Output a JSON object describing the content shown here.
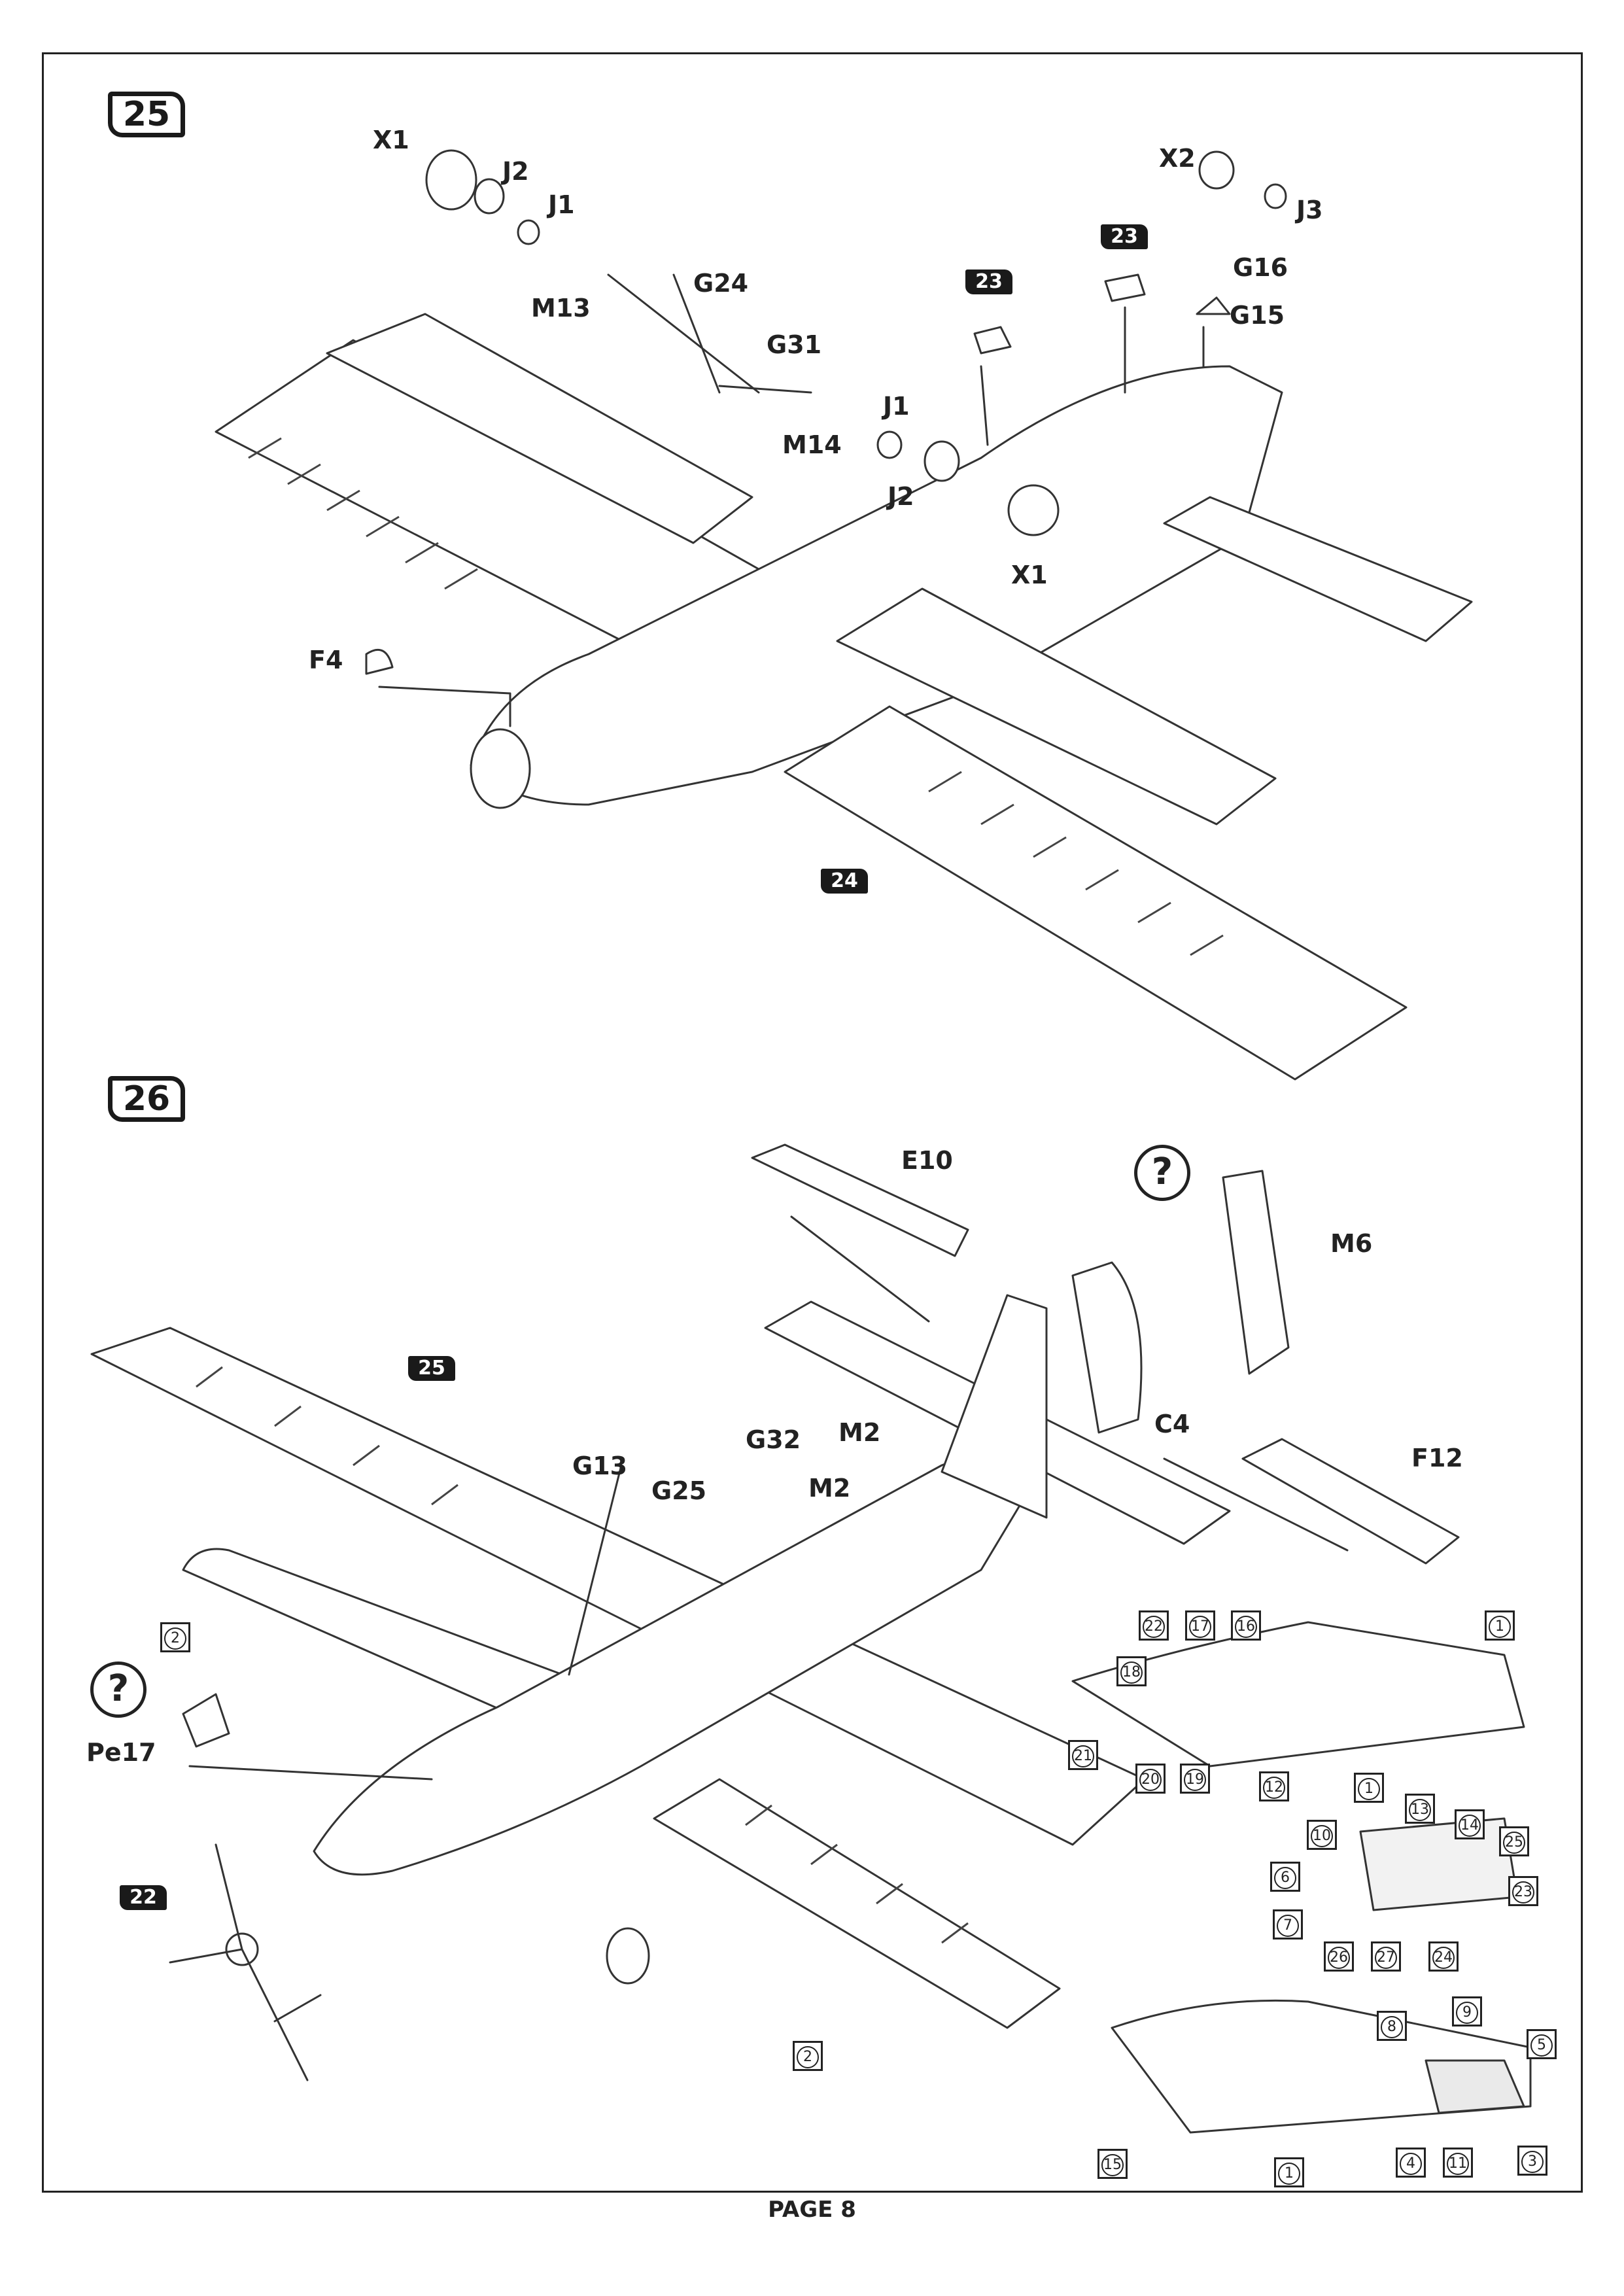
{
  "page_label": "PAGE 8",
  "steps": {
    "s25": "25",
    "s26": "26"
  },
  "refs": [
    "23",
    "23",
    "24",
    "25",
    "22"
  ],
  "step25_labels": [
    "X1",
    "J2",
    "J1",
    "M13",
    "G24",
    "G31",
    "J1",
    "M14",
    "J2",
    "X1",
    "F4",
    "X2",
    "J3",
    "G16",
    "G15"
  ],
  "step26_labels": [
    "E10",
    "M6",
    "C4",
    "F12",
    "G32",
    "M2",
    "M2",
    "G13",
    "G25",
    "Pe17"
  ],
  "question_mark": "?",
  "pe_parts": [
    "1",
    "2",
    "2",
    "3",
    "4",
    "5",
    "6",
    "7",
    "8",
    "9",
    "10",
    "11",
    "12",
    "13",
    "14",
    "15",
    "16",
    "17",
    "18",
    "19",
    "20",
    "21",
    "22",
    "23",
    "24",
    "25",
    "26",
    "27",
    "1",
    "1"
  ]
}
